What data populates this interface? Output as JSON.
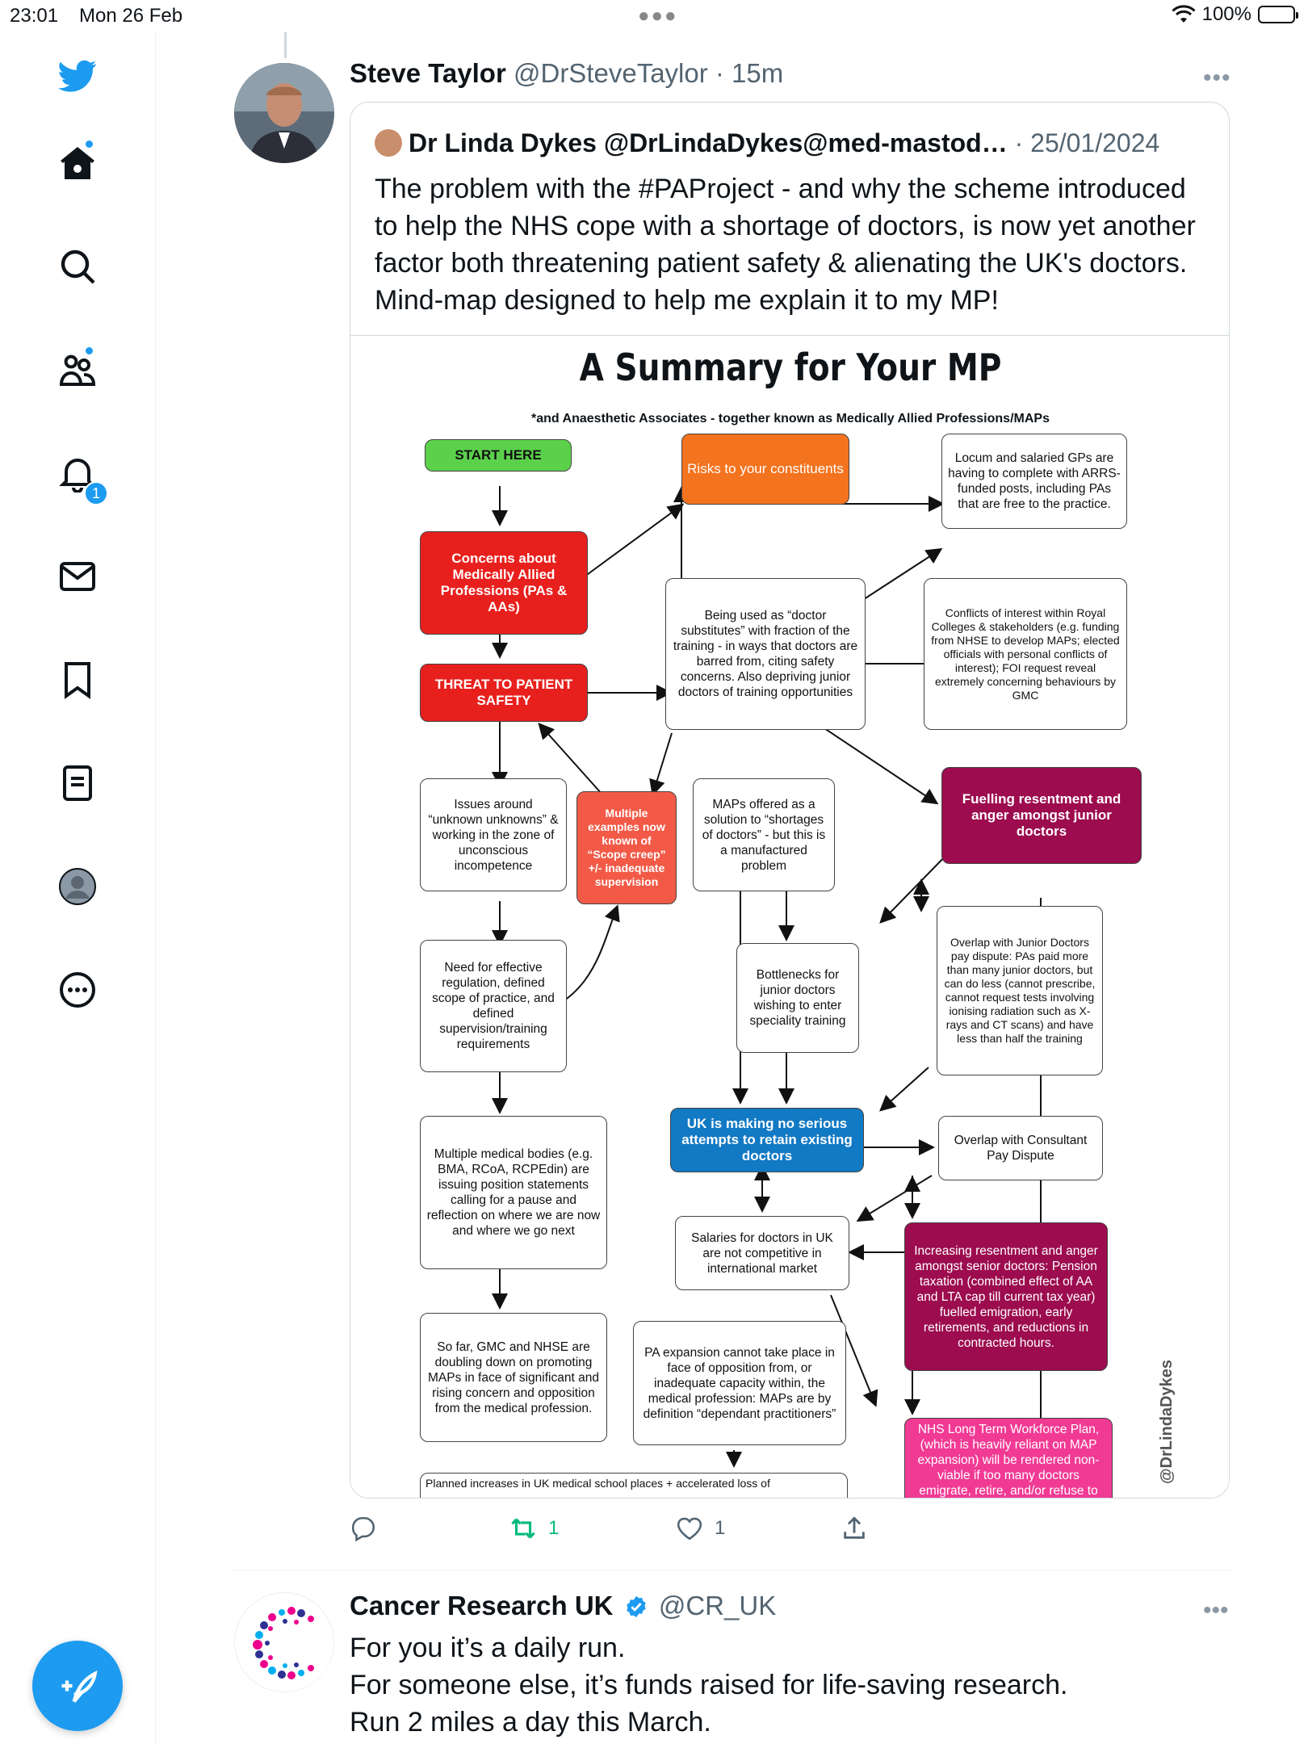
{
  "status": {
    "time": "23:01",
    "date": "Mon 26 Feb",
    "battery": "100%"
  },
  "nav": {
    "notifications_count": "1"
  },
  "tweet": {
    "name": "Steve Taylor",
    "handle": "@DrSteveTaylor",
    "age": "15m",
    "more": "•••",
    "reply_count": "",
    "retweet_count": "1",
    "like_count": "1"
  },
  "quote": {
    "name": "Dr Linda Dykes",
    "handle": "@DrLindaDykes@med-mastod…",
    "date": "25/01/2024",
    "text": "The problem with the #PAProject - and why the scheme introduced to help the NHS cope with a shortage of doctors, is now yet another factor  both threatening patient safety & alienating the UK's doctors. Mind-map designed to help me explain it to my MP!"
  },
  "mindmap": {
    "title": "A Summary for Your MP",
    "subtitle": "*and Anaesthetic Associates - together known as Medically Allied Professions/MAPs",
    "watermark": "@DrLindaDykes",
    "nodes": {
      "start": "START HERE",
      "concerns": "Concerns about Medically Allied Professions (PAs & AAs)",
      "threat": "THREAT TO PATIENT SAFETY",
      "risks": "Risks to your constituents",
      "locum": "Locum and salaried GPs are having to complete with ARRS-funded posts, including PAs that are free to the practice.",
      "substitutes": "Being used as “doctor substitutes” with fraction of the training - in ways that doctors are barred from, citing safety concerns. Also depriving junior doctors of training opportunities",
      "conflicts": "Conflicts of interest within Royal Colleges & stakeholders (e.g. funding from NHSE to develop MAPs; elected officials with personal conflicts of interest); FOI request reveal extremely concerning behaviours by GMC",
      "unknowns": "Issues around “unknown unknowns” & working in the zone of unconscious incompetence",
      "scope_creep": "Multiple examples now known of “Scope creep” +/- inadequate supervision",
      "maps_solution": "MAPs offered as a solution to “shortages of doctors” - but this is a manufactured problem",
      "resentment_junior": "Fuelling resentment and anger amongst junior doctors",
      "regulation": "Need for effective regulation, defined scope of practice, and defined supervision/training requirements",
      "bottlenecks": "Bottlenecks for junior doctors wishing to enter speciality training",
      "overlap_junior": "Overlap with Junior Doctors pay dispute: PAs paid more than many junior doctors, but can do less (cannot prescribe, cannot request tests involving ionising radiation such as X-rays and CT scans) and have less than half the training",
      "bodies": "Multiple medical bodies (e.g. BMA, RCoA, RCPEdin) are issuing position statements calling for a pause and reflection on where we are now and where we go next",
      "retain": "UK is making no serious attempts to retain existing doctors",
      "overlap_consultant": "Overlap with Consultant Pay Dispute",
      "salaries": "Salaries for doctors in UK are not competitive in international market",
      "resentment_senior": "Increasing resentment and anger amongst senior doctors: Pension taxation (combined effect of AA and LTA cap till current tax year) fuelled emigration, early retirements, and reductions in contracted hours.",
      "gmc": "So far, GMC and NHSE are doubling down on promoting MAPs in face of significant and rising concern and opposition from the medical profession.",
      "expansion": "PA expansion cannot take place in face of opposition from, or inadequate capacity within, the medical profession: MAPs are by definition “dependant practitioners”",
      "workforce": "NHS Long Term Workforce Plan, (which is heavily reliant on MAP expansion) will be rendered non-viable if too many doctors emigrate, retire, and/or refuse to",
      "planned": "Planned increases in UK medical school places + accelerated loss of"
    }
  },
  "next_tweet": {
    "name": "Cancer Research UK",
    "handle": "@CR_UK",
    "more": "•••",
    "line1": "For you it’s a daily run.",
    "line2": "For someone else, it’s funds raised for life-saving research.",
    "line3": "Run 2 miles a day this March."
  }
}
